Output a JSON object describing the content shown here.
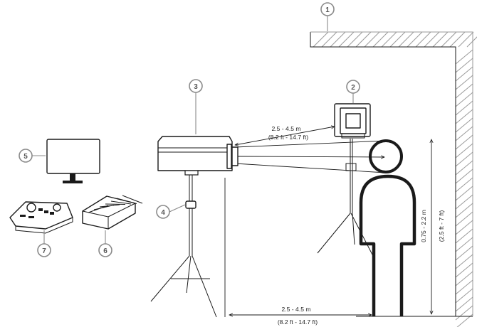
{
  "callouts": {
    "wall": "1",
    "target": "2",
    "camera": "3",
    "camera_stand": "4",
    "monitor": "5",
    "recorder": "6",
    "keyboard": "7"
  },
  "dimensions": {
    "target_distance": {
      "metric": "2.5 - 4.5 m",
      "imperial": "(8.2 ft - 14.7 ft)"
    },
    "floor_distance": {
      "metric": "2.5 - 4.5 m",
      "imperial": "(8.2 ft - 14.7 ft)"
    },
    "height": {
      "metric": "0.75 - 2.2 m",
      "imperial": "(2.5 ft - 7 ft)"
    }
  },
  "colors": {
    "line": "#1a1a1a",
    "callout": "#8a8a8a",
    "hatch": "#9a9a9a"
  }
}
